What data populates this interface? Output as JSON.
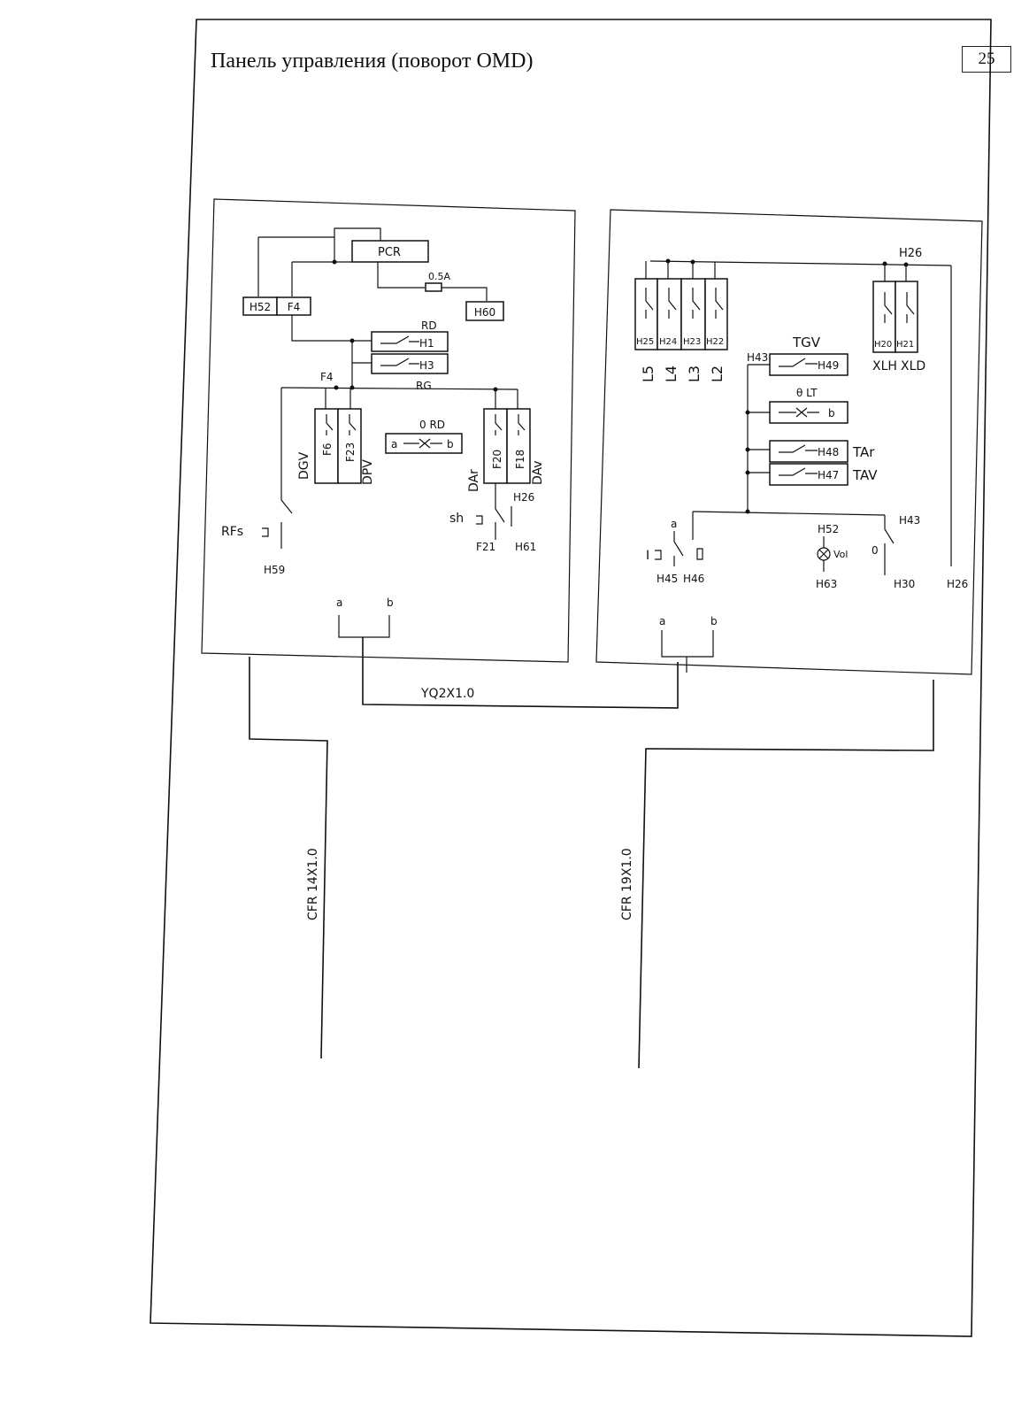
{
  "title": "Панель управления (поворот OMD)",
  "page_number": "25",
  "cables": {
    "interlink": "YQ2X1.0",
    "left": "CFR  14X1.0",
    "right": "CFR 19X1.0"
  },
  "left_panel": {
    "pcr": "PCR",
    "fuse": "0.5A",
    "h52": "H52",
    "f4": "F4",
    "h60": "H60",
    "rd": "RD",
    "h1": "H1",
    "h3": "H3",
    "f4_bus": "F4",
    "rg": "RG",
    "f6": "F6",
    "f23": "F23",
    "dgv": "DGV",
    "dpv": "DPV",
    "theta_rd": "0 RD",
    "a": "a",
    "b": "b",
    "f20": "F20",
    "f18": "F18",
    "dar": "DAr",
    "dav": "DAv",
    "h26": "H26",
    "sh": "sh",
    "f21": "F21",
    "h61": "H61",
    "rfs": "RFs",
    "h59": "H59",
    "term_a": "a",
    "term_b": "b"
  },
  "right_panel": {
    "h26_top": "H26",
    "h25": "H25",
    "h24": "H24",
    "h23": "H23",
    "h22": "H22",
    "l5": "L5",
    "l4": "L4",
    "l3": "L3",
    "l2": "L2",
    "h20": "H20",
    "h21": "H21",
    "xlh": "XLH",
    "xld": "XLD",
    "tgv": "TGV",
    "h43": "H43",
    "h49": "H49",
    "theta_lt": "θ LT",
    "b": "b",
    "h48": "H48",
    "tar": "TAr",
    "h47": "H47",
    "tav": "TAV",
    "a_small": "a",
    "i_label": "I",
    "h45": "H45",
    "h46": "H46",
    "h52": "H52",
    "vol": "Vol",
    "h63": "H63",
    "h43_sw": "H43",
    "zero": "0",
    "h30": "H30",
    "h26_side": "H26",
    "term_a": "a",
    "term_b": "b"
  }
}
